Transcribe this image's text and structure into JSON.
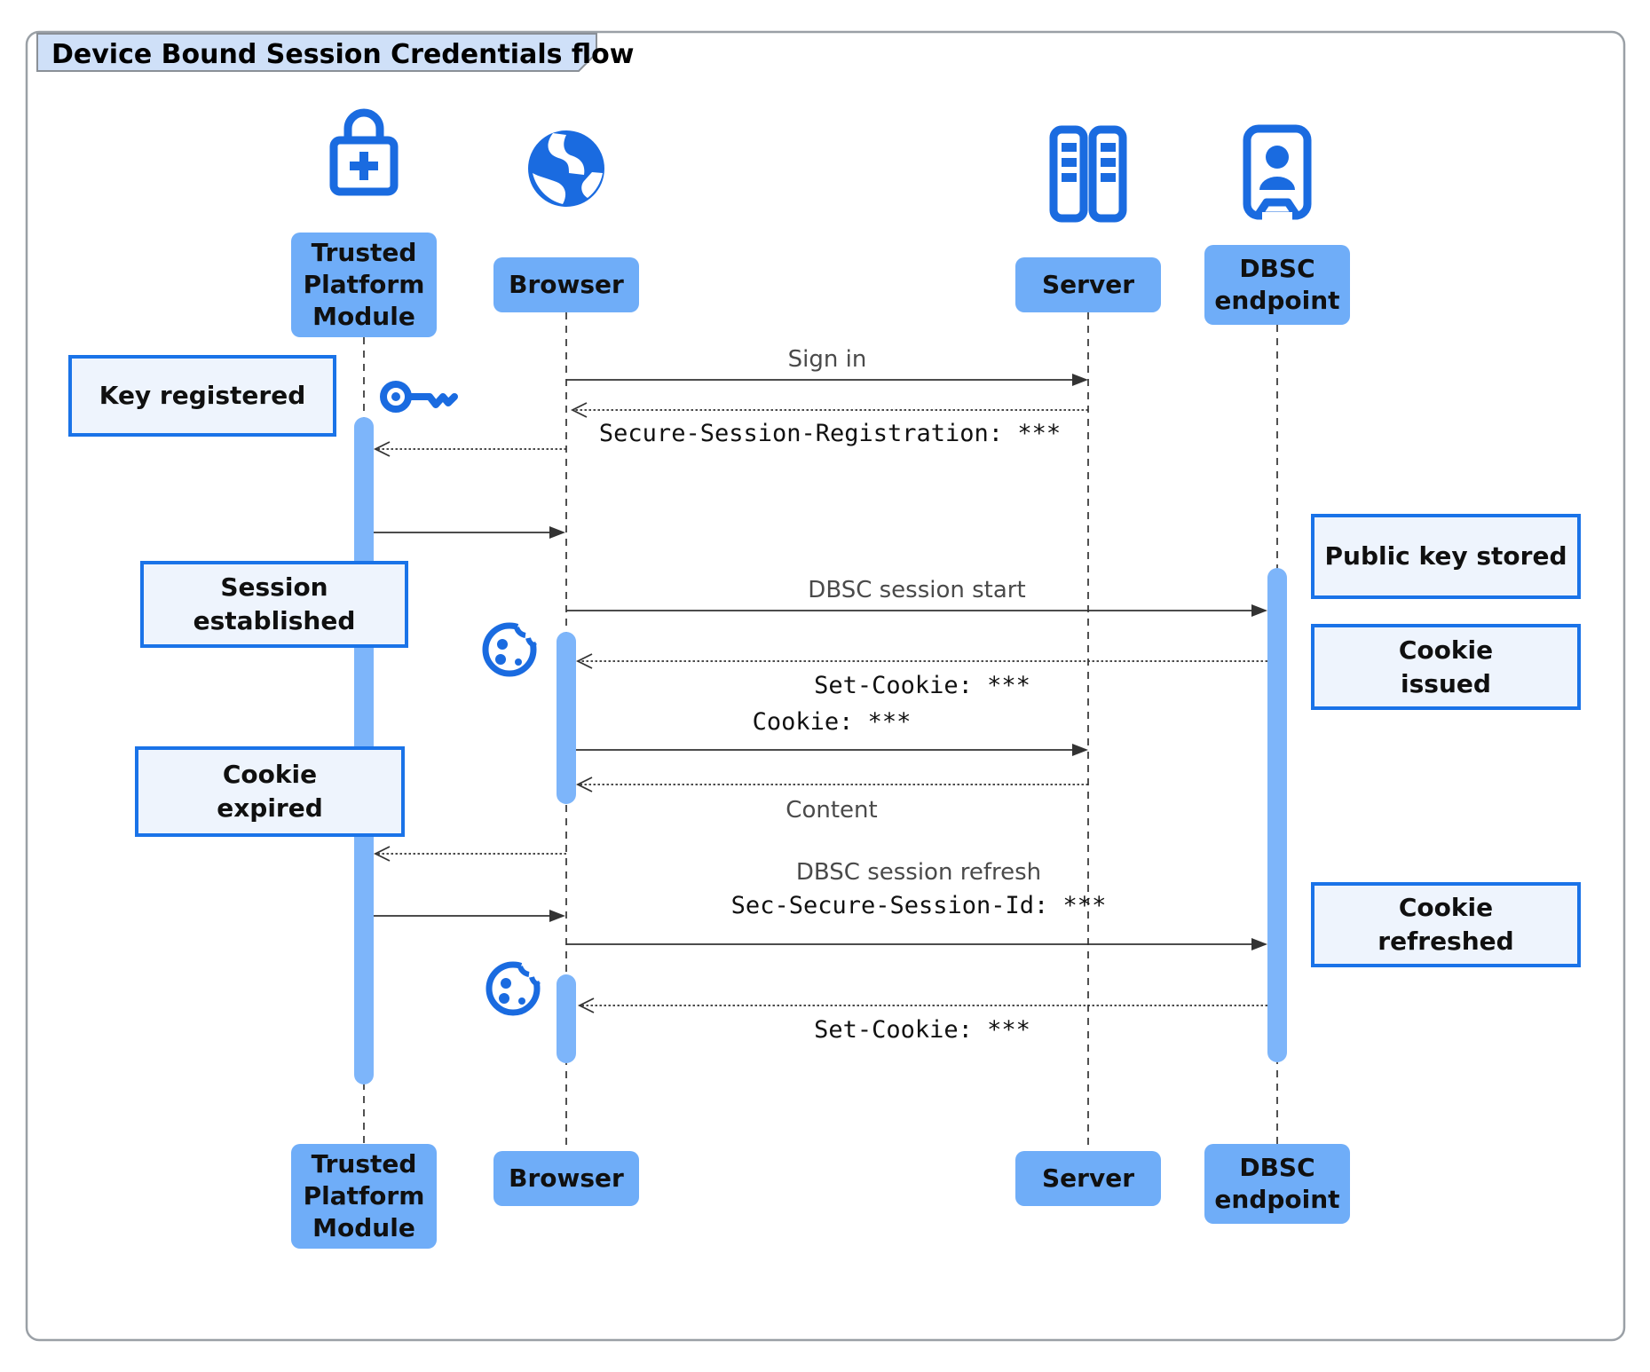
{
  "title": "Device Bound Session Credentials flow",
  "colors": {
    "accent": "#1a6be0",
    "actor_fill": "#6fadf8",
    "activation_bar_fill": "#7db5fa",
    "note_fill": "#eef4fd",
    "note_border": "#1a73e8",
    "title_fill": "#cfe0f8",
    "line": "#333333"
  },
  "actors": [
    {
      "label": "Trusted\nPlatform\nModule",
      "icon": "lock-plus-icon"
    },
    {
      "label": "Browser",
      "icon": "globe-icon"
    },
    {
      "label": "Server",
      "icon": "server-icon"
    },
    {
      "label": "DBSC\nendpoint",
      "icon": "id-card-person-icon"
    }
  ],
  "messages": {
    "sign_in": "Sign in",
    "session_registration": "Secure-Session-Registration: ***",
    "dbsc_session_start": "DBSC session start",
    "set_cookie_1": "Set-Cookie: ***",
    "cookie": "Cookie: ***",
    "content": "Content",
    "dbsc_session_refresh": "DBSC session refresh",
    "secure_session_id": "Sec-Secure-Session-Id: ***",
    "set_cookie_2": "Set-Cookie: ***"
  },
  "notes": {
    "key_registered": "Key registered",
    "session_established": "Session\nestablished",
    "public_key_stored": "Public key stored",
    "cookie_issued": "Cookie\nissued",
    "cookie_expired": "Cookie\nexpired",
    "cookie_refreshed": "Cookie\nrefreshed"
  }
}
